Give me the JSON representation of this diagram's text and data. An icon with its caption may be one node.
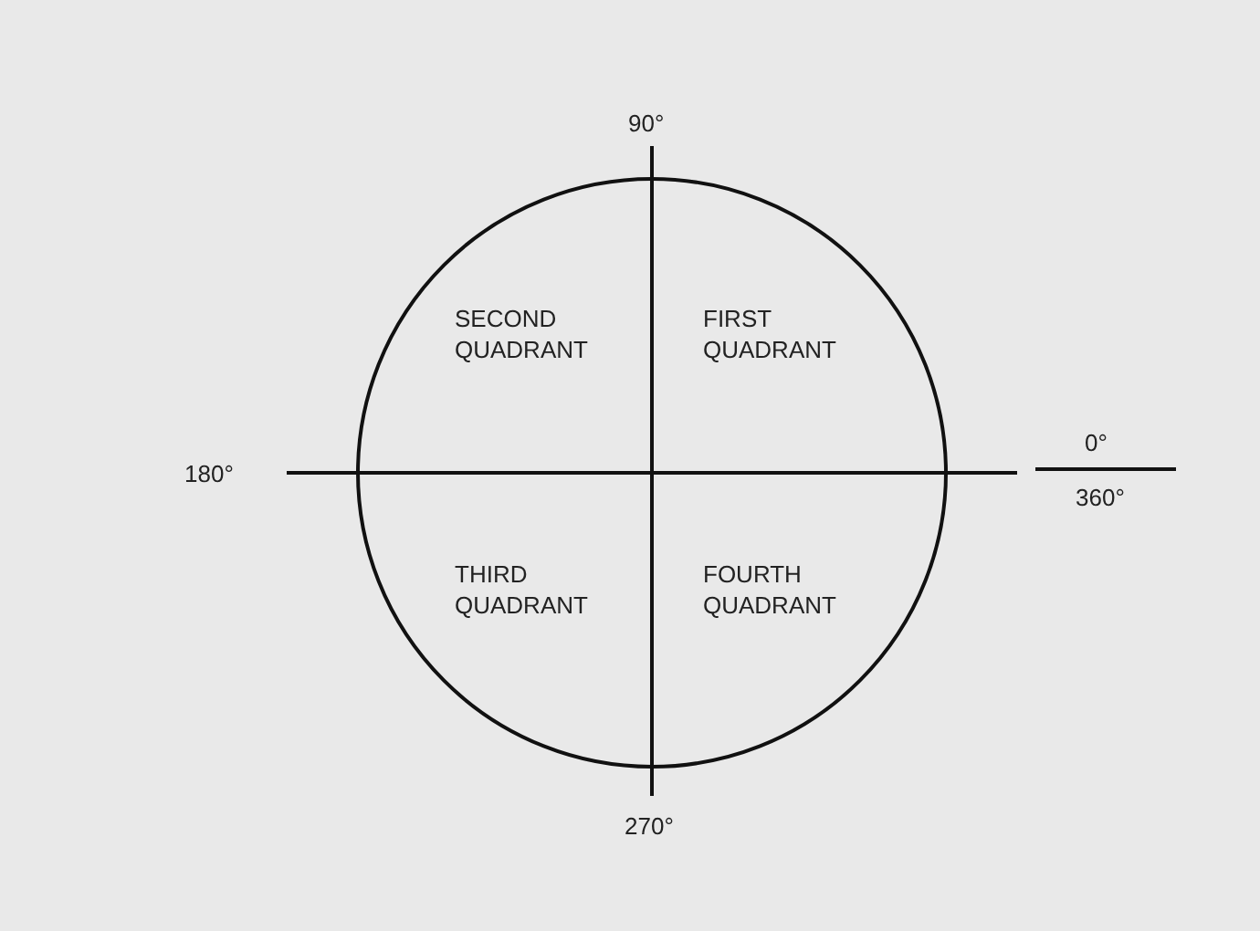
{
  "diagram": {
    "labels": [
      "90°",
      "SECOND QUADRANT",
      "FIRST QUADRANT",
      "180°",
      "0°",
      "360°",
      "THIRD QUADRANT",
      "FOURTH QUADRANT",
      "270°"
    ]
  }
}
